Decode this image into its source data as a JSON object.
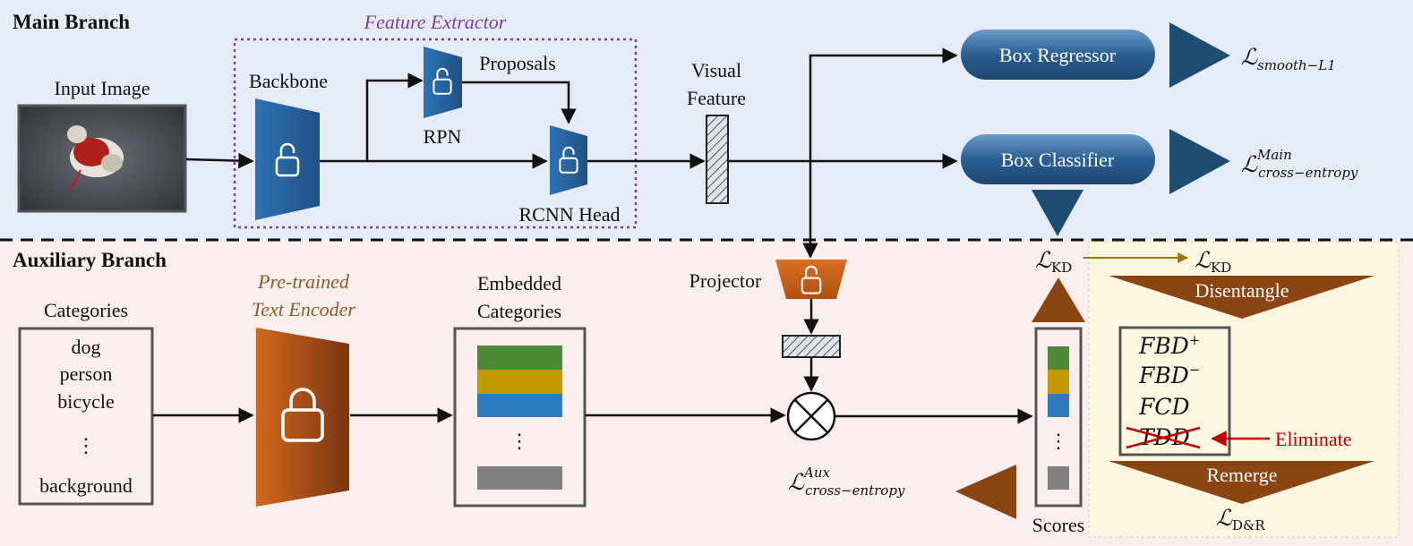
{
  "main_branch": {
    "title": "Main Branch",
    "input_image_label": "Input Image",
    "feature_extractor_label": "Feature Extractor",
    "backbone_label": "Backbone",
    "proposals_label": "Proposals",
    "rpn_label": "RPN",
    "rcnn_head_label": "RCNN Head",
    "visual_feature_label_1": "Visual",
    "visual_feature_label_2": "Feature",
    "box_regressor_label": "Box Regressor",
    "box_classifier_label": "Box Classifier",
    "loss_smooth": {
      "symbol": "ℒ",
      "sub": "smooth−L1"
    },
    "loss_main": {
      "symbol": "ℒ",
      "sup": "Main",
      "sub": "cross−entropy"
    }
  },
  "aux_branch": {
    "title": "Auxiliary Branch",
    "categories_label": "Categories",
    "categories": [
      "dog",
      "person",
      "bicycle",
      "⋮",
      "background"
    ],
    "text_encoder_label_1": "Pre-trained",
    "text_encoder_label_2": "Text Encoder",
    "embedded_label_1": "Embedded",
    "embedded_label_2": "Categories",
    "embedded_ellipsis": "⋮",
    "projector_label": "Projector",
    "scores_label": "Scores",
    "scores_ellipsis": "⋮",
    "loss_aux": {
      "symbol": "ℒ",
      "sup": "Aux",
      "sub": "cross−entropy"
    },
    "loss_kd_left": {
      "symbol": "ℒ",
      "sub": "KD"
    },
    "loss_kd_right": {
      "symbol": "ℒ",
      "sub": "KD"
    },
    "disentangle_label": "Disentangle",
    "remerge_label": "Remerge",
    "fbd_plus": {
      "base": "FBD",
      "sup": "+"
    },
    "fbd_minus": {
      "base": "FBD",
      "sup": "−"
    },
    "fcd": "FCD",
    "tdd": "TDD",
    "eliminate_label": "Eliminate",
    "loss_dr": {
      "symbol": "ℒ",
      "sub": "D&R"
    }
  },
  "colors": {
    "main_bg": "#e6ecf7",
    "aux_bg": "#fbefee",
    "kd_bg": "#fdf6e1",
    "blue": "#2a65a3",
    "blue_dark": "#1e4d74",
    "brown": "#8b4513",
    "orange": "#c0571a",
    "feature_purple": "#7a3fa3",
    "encoder_text": "#8a5a2b",
    "red": "#c00000",
    "green": "#4e8a36",
    "yellow": "#c49a00",
    "cyan": "#2e7bbf",
    "gray": "#808080"
  }
}
